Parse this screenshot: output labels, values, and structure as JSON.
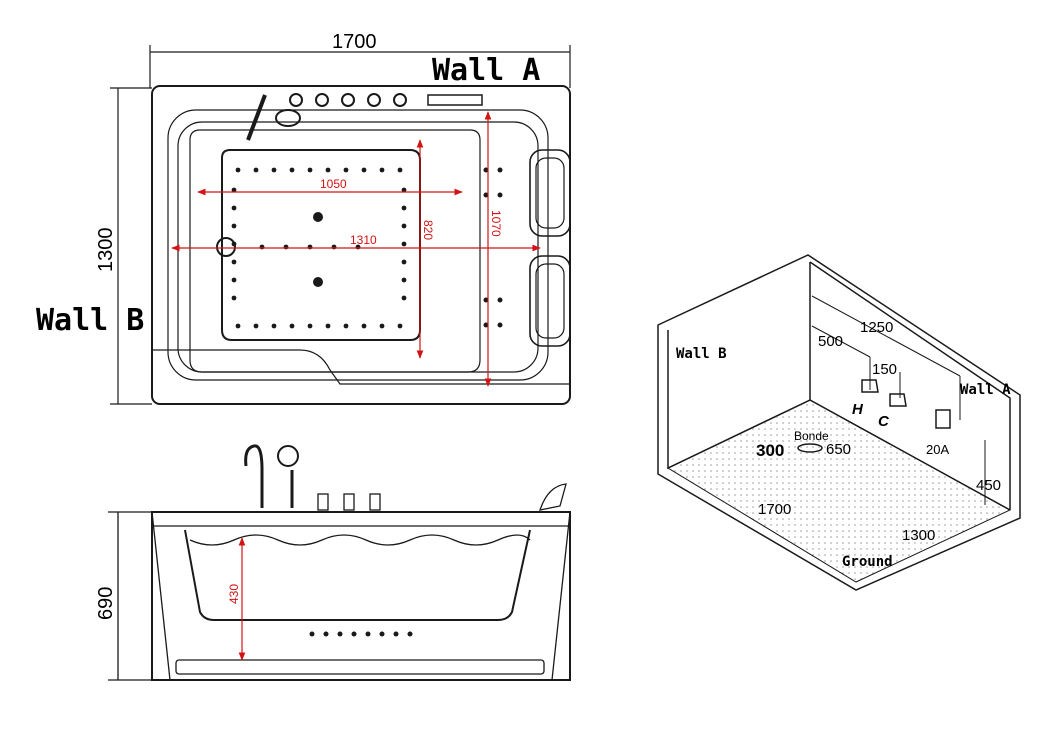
{
  "top_view": {
    "width_label": "1700",
    "depth_label": "1300",
    "wall_a_label": "Wall A",
    "wall_b_label": "Wall B",
    "dim_1050": "1050",
    "dim_1310": "1310",
    "dim_820": "820",
    "dim_1070": "1070"
  },
  "side_view": {
    "height_label": "690",
    "water_label": "430"
  },
  "install_view": {
    "wall_b_label": "Wall B",
    "wall_a_label": "Wall A",
    "dim_1250": "1250",
    "dim_500": "500",
    "dim_150": "150",
    "hot_label": "H",
    "cold_label": "C",
    "drain_label": "Bonde",
    "dim_300": "300",
    "dim_650": "650",
    "outlet_label": "20A",
    "dim_450": "450",
    "length_label": "1700",
    "width_label": "1300",
    "ground_label": "Ground"
  },
  "colors": {
    "line": "#1a1a1a",
    "dimension": "#d21414"
  }
}
